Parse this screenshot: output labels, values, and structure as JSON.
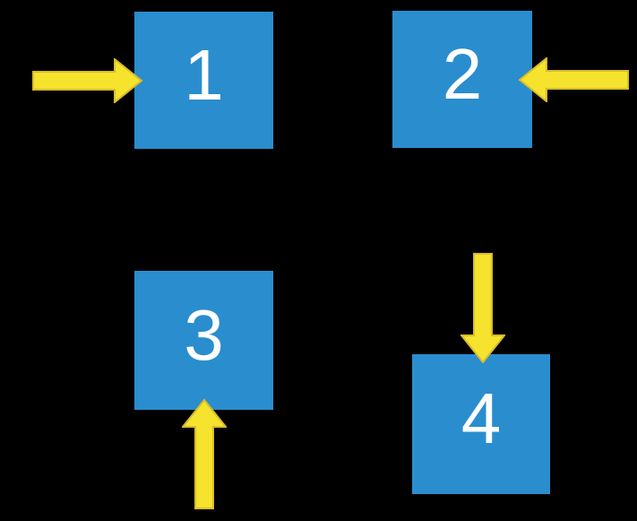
{
  "diagram": {
    "description": "Four numbered squares, each indicated by a yellow arrow pointing into it from a different side",
    "squares": [
      {
        "label": "1",
        "arrow_direction": "right",
        "arrow_enters_from": "left side"
      },
      {
        "label": "2",
        "arrow_direction": "left",
        "arrow_enters_from": "right side"
      },
      {
        "label": "3",
        "arrow_direction": "up",
        "arrow_enters_from": "bottom side"
      },
      {
        "label": "4",
        "arrow_direction": "down",
        "arrow_enters_from": "top side"
      }
    ]
  },
  "colors": {
    "background": "#000000",
    "square_fill": "#2A8DCE",
    "label_text": "#FFFFFF",
    "arrow_fill": "#F5E32E",
    "arrow_stroke": "#D8BC2A"
  }
}
